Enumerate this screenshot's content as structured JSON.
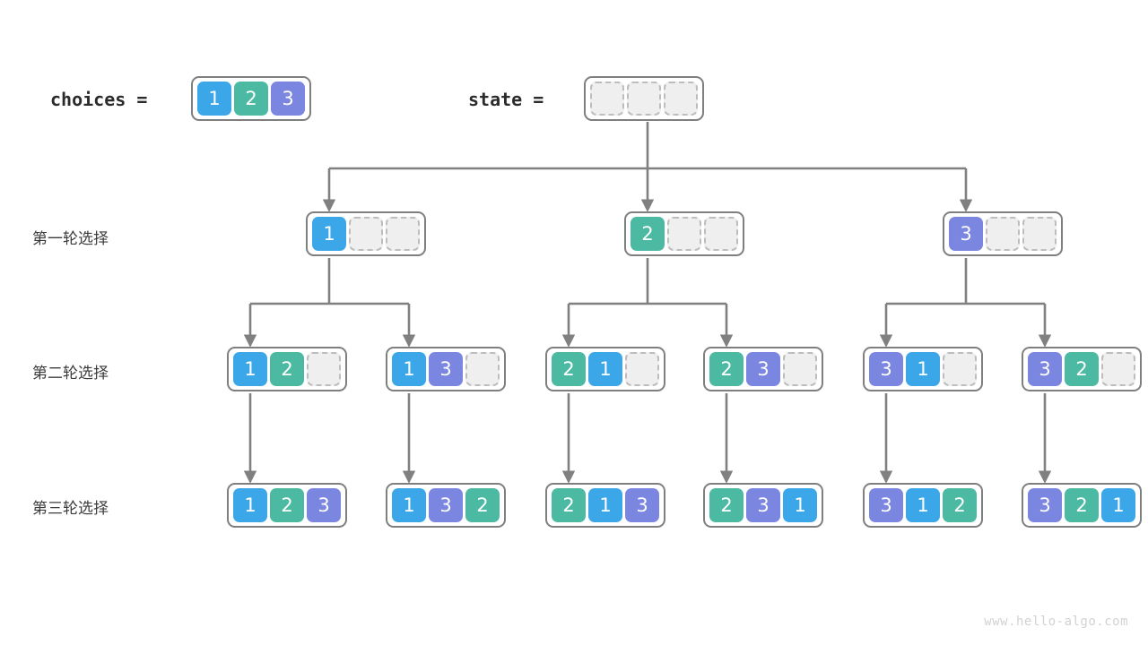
{
  "watermark": "www.hello-algo.com",
  "colors": {
    "value_1": "#3ba7e8",
    "value_2": "#4cbaa2",
    "value_3": "#7b86e0",
    "empty_fill": "#efefef",
    "empty_border": "#bdbdbd",
    "node_border": "#7f7f7f",
    "edge": "#808080",
    "label_text": "#3c3c3c",
    "watermark_text": "#d2d2d2",
    "background": "#ffffff"
  },
  "header": {
    "choices_label": "choices  =",
    "choices_cells": [
      "1",
      "2",
      "3"
    ],
    "state_label": "state  =",
    "state_cells": [
      "",
      "",
      ""
    ]
  },
  "row_labels": [
    {
      "id": "round-1",
      "text": "第一轮选择"
    },
    {
      "id": "round-2",
      "text": "第二轮选择"
    },
    {
      "id": "round-3",
      "text": "第三轮选择"
    }
  ],
  "rounds": [
    {
      "id": "round-1",
      "nodes": [
        {
          "cells": [
            "1",
            "",
            ""
          ]
        },
        {
          "cells": [
            "2",
            "",
            ""
          ]
        },
        {
          "cells": [
            "3",
            "",
            ""
          ]
        }
      ]
    },
    {
      "id": "round-2",
      "nodes": [
        {
          "cells": [
            "1",
            "2",
            ""
          ]
        },
        {
          "cells": [
            "1",
            "3",
            ""
          ]
        },
        {
          "cells": [
            "2",
            "1",
            ""
          ]
        },
        {
          "cells": [
            "2",
            "3",
            ""
          ]
        },
        {
          "cells": [
            "3",
            "1",
            ""
          ]
        },
        {
          "cells": [
            "3",
            "2",
            ""
          ]
        }
      ]
    },
    {
      "id": "round-3",
      "nodes": [
        {
          "cells": [
            "1",
            "2",
            "3"
          ]
        },
        {
          "cells": [
            "1",
            "3",
            "2"
          ]
        },
        {
          "cells": [
            "2",
            "1",
            "3"
          ]
        },
        {
          "cells": [
            "2",
            "3",
            "1"
          ]
        },
        {
          "cells": [
            "3",
            "1",
            "2"
          ]
        },
        {
          "cells": [
            "3",
            "2",
            "1"
          ]
        }
      ]
    }
  ]
}
